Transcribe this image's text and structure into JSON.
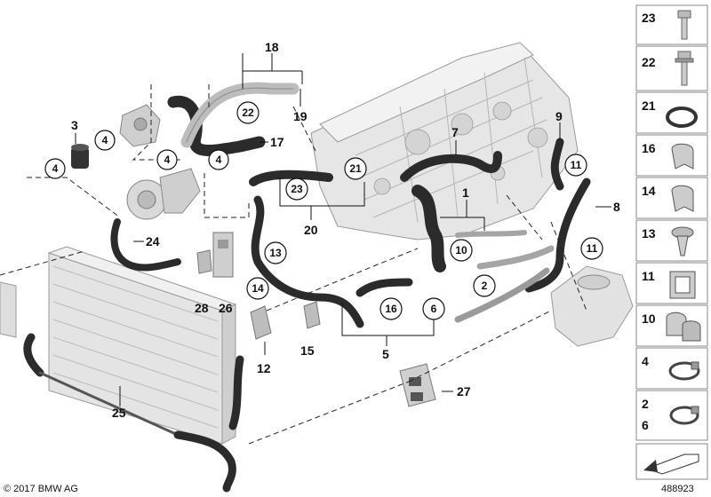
{
  "callouts": {
    "c18": "18",
    "c3": "3",
    "c17": "17",
    "c19": "19",
    "c7": "7",
    "c9": "9",
    "c1": "1",
    "c8": "8",
    "c24": "24",
    "c20": "20",
    "c28": "28",
    "c26": "26",
    "c12": "12",
    "c15": "15",
    "c5": "5",
    "c25": "25",
    "c27": "27"
  },
  "circled": {
    "a4_1": "4",
    "a4_2": "4",
    "a4_3": "4",
    "a4_4": "4",
    "a22": "22",
    "a21": "21",
    "a23": "23",
    "a11_1": "11",
    "a11_2": "11",
    "a10": "10",
    "a2": "2",
    "a6": "6",
    "a16": "16",
    "a13": "13",
    "a14": "14"
  },
  "legend": [
    {
      "label": "23",
      "icon": "bolt-icon"
    },
    {
      "label": "22",
      "icon": "bolt-collar-icon"
    },
    {
      "label": "21",
      "icon": "seal-ring-icon"
    },
    {
      "label": "16",
      "icon": "clip-icon"
    },
    {
      "label": "14",
      "icon": "clip-icon"
    },
    {
      "label": "13",
      "icon": "rivet-icon"
    },
    {
      "label": "11",
      "icon": "bracket-icon"
    },
    {
      "label": "10",
      "icon": "double-clip-icon"
    },
    {
      "label": "4",
      "icon": "hose-clamp-icon"
    },
    {
      "label": "2",
      "label2": "6",
      "icon": "hose-clamp-icon"
    },
    {
      "label": "",
      "icon": "arrow-icon"
    }
  ],
  "footer": {
    "copyright": "© 2017 BMW AG",
    "diagram_id": "488923"
  }
}
